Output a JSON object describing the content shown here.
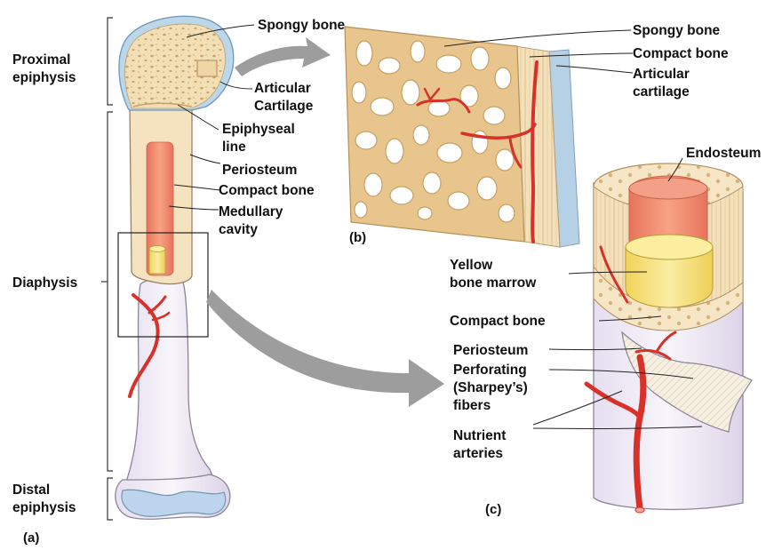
{
  "colors": {
    "bone_fill": "#f5e3c0",
    "bone_shade": "#efd3a0",
    "spongy_holes": "#ffffff",
    "cartilage": "#bcd7ea",
    "periosteum": "#e2dbe8",
    "marrow_red": "#f08a70",
    "yellow_marrow": "#f7e27a",
    "artery": "#d8312a",
    "arrow": "#9a9a9a",
    "line": "#222222"
  },
  "labels": {
    "proximal_epiphysis": [
      "Proximal",
      "epiphysis"
    ],
    "diaphysis": "Diaphysis",
    "distal_epiphysis": [
      "Distal",
      "epiphysis"
    ],
    "panel_a": "(a)",
    "panel_b": "(b)",
    "panel_c": "(c)",
    "a_spongy_bone": "Spongy bone",
    "a_articular_cartilage": [
      "Articular",
      "Cartilage"
    ],
    "a_epiphyseal_line": [
      "Epiphyseal",
      "line"
    ],
    "a_periosteum": "Periosteum",
    "a_compact_bone": "Compact bone",
    "a_medullary_cavity": [
      "Medullary",
      "cavity"
    ],
    "b_spongy_bone": "Spongy bone",
    "b_compact_bone": "Compact bone",
    "b_articular_cartilage": [
      "Articular",
      "cartilage"
    ],
    "c_endosteum": "Endosteum",
    "c_yellow_marrow": [
      "Yellow",
      "bone marrow"
    ],
    "c_compact_bone": "Compact bone",
    "c_periosteum": "Periosteum",
    "c_perforating_fibers": [
      "Perforating",
      "(Sharpey’s)",
      "fibers"
    ],
    "c_nutrient_arteries": [
      "Nutrient",
      "arteries"
    ]
  }
}
